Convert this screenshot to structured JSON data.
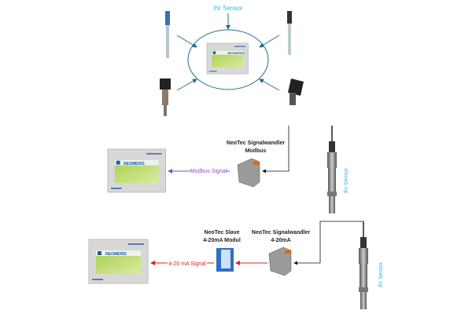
{
  "top": {
    "sensor_label": "Ihr Sensor",
    "panel_logo": "NEOMERIS"
  },
  "modbus_section": {
    "converter_label_line1": "NeoTec Signalwandler",
    "converter_label_line2": "Modbus",
    "signal_label": "Modbus Signal",
    "sensor_label": "Ihr Sensor",
    "panel_logo": "NEOMERIS"
  },
  "analog_section": {
    "slave_label_line1": "NeoTec Slave",
    "slave_label_line2": "4-20mA Modul",
    "converter_label_line1": "NeoTec Signalwandler",
    "converter_label_line2": "4-20mA",
    "signal_label": "4-20 mA Signal",
    "sensor_label": "Ihr Sensor",
    "panel_logo": "NEOMERIS"
  },
  "colors": {
    "ellipse": "#1f6f86",
    "modbus_signal": "#8a4fb8",
    "analog_signal": "#e0201e",
    "sensor_text": "#2ab4e8"
  }
}
